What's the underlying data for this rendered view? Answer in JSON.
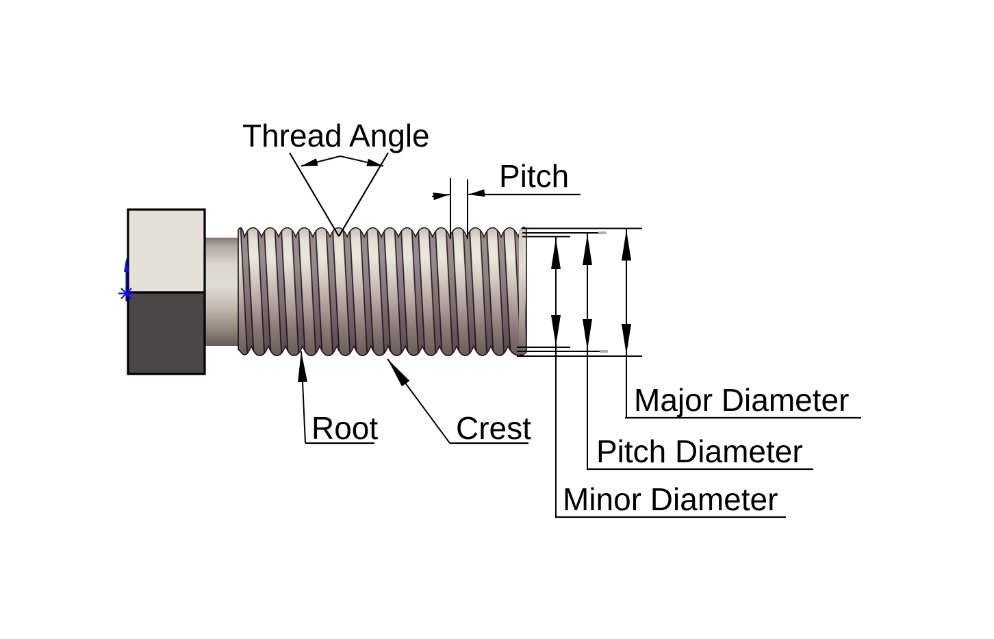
{
  "labels": {
    "thread_angle": "Thread Angle",
    "pitch": "Pitch",
    "root": "Root",
    "crest": "Crest",
    "major_diameter": "Major Diameter",
    "pitch_diameter": "Pitch Diameter",
    "minor_diameter": "Minor Diameter"
  },
  "colors": {
    "background": "#ffffff",
    "line": "#000000",
    "marker_blue": "#1010ee",
    "head_light": "#e5e0d8",
    "head_dark": "#4b4747",
    "inactive_gray": "#b0b0b0"
  }
}
